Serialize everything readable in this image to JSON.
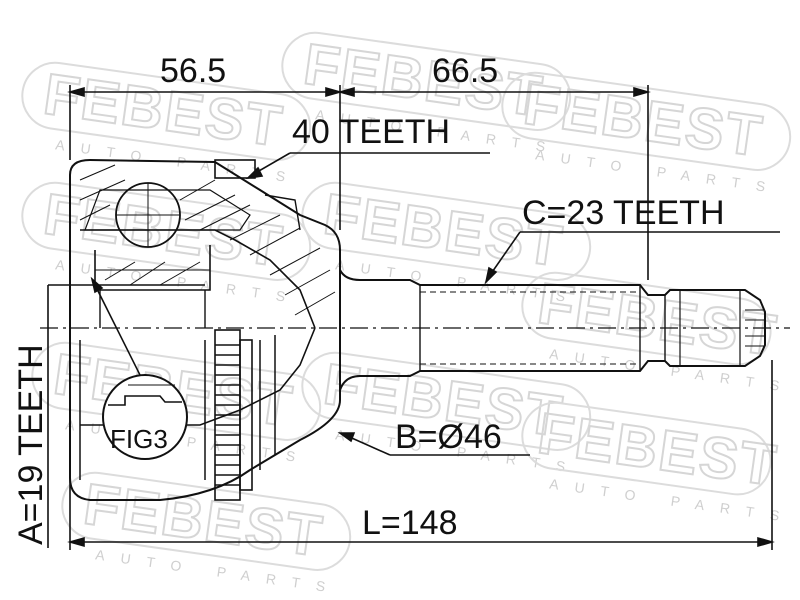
{
  "labels": {
    "dim_top_left": "56.5",
    "dim_top_right": "66.5",
    "outer_spline": "40 TEETH",
    "shaft_spline": "C=23 TEETH",
    "diameter": "B=Ø46",
    "length": "L=148",
    "inner_spline": "A=19 TEETH",
    "fig": "FIG3"
  },
  "watermark": {
    "brand": "FEBEST",
    "tagline": "AUTO PARTS"
  },
  "colors": {
    "line": "#111111",
    "watermark": "#d6d6d6"
  }
}
